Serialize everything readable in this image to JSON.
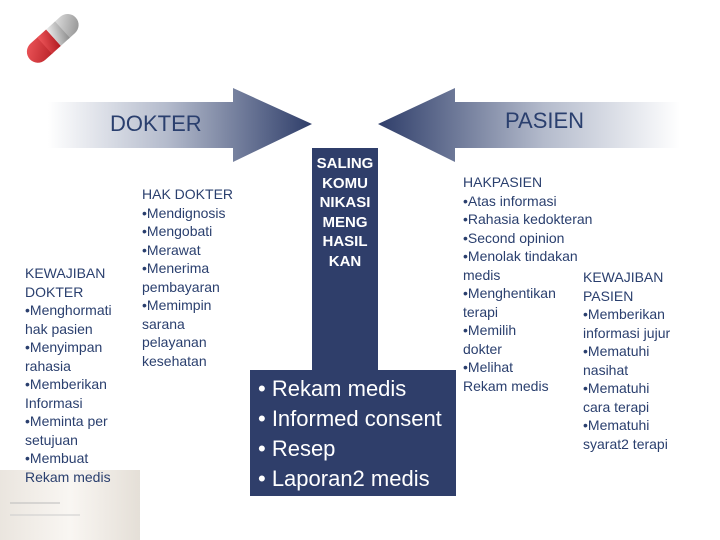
{
  "left_arrow": {
    "label": "DOKTER"
  },
  "right_arrow": {
    "label": "PASIEN"
  },
  "center": {
    "text": "SALING\nKOMU\nNIKASI\nMENG\nHASIL\nKAN"
  },
  "doctor_rights": {
    "title": "HAK DOKTER",
    "items": [
      "•Mendignosis",
      "•Mengobati",
      "•Merawat",
      "•Menerima\n pembayaran",
      "•Memimpin\n sarana\n pelayanan\n kesehatan"
    ]
  },
  "doctor_obligations": {
    "title": "KEWAJIBAN\nDOKTER",
    "items": [
      "•Menghormati\n hak pasien",
      "•Menyimpan\n rahasia",
      "•Memberikan\n Informasi",
      "•Meminta per\n setujuan",
      "•Membuat\n Rekam medis"
    ]
  },
  "patient_rights": {
    "title": "HAKPASIEN",
    "items": [
      "•Atas informasi",
      "•Rahasia kedokteran",
      "•Second opinion",
      "•Menolak tindakan\n medis",
      "•Menghentikan\n terapi",
      "•Memilih\n dokter",
      "•Melihat\nRekam medis"
    ]
  },
  "patient_obligations": {
    "title": "KEWAJIBAN\nPASIEN",
    "items": [
      "•Memberikan\n informasi jujur",
      "•Mematuhi\n nasihat",
      "•Mematuhi\n cara terapi",
      "•Mematuhi\n syarat2 terapi"
    ]
  },
  "bottom_box": {
    "items": [
      "• Rekam medis",
      "• Informed consent",
      "• Resep",
      "• Laporan2 medis"
    ]
  },
  "colors": {
    "arrow_fill": "#2f3e6a",
    "arrow_gradient_light": "#ffffff",
    "text": "#2a3f6e",
    "box_text": "#ffffff",
    "pill_red": "#d8262c",
    "pill_gray": "#c9c9c9"
  },
  "icons": {
    "top_left": "capsule-pill-icon",
    "bottom_left": "medicine-bottle-icon"
  }
}
